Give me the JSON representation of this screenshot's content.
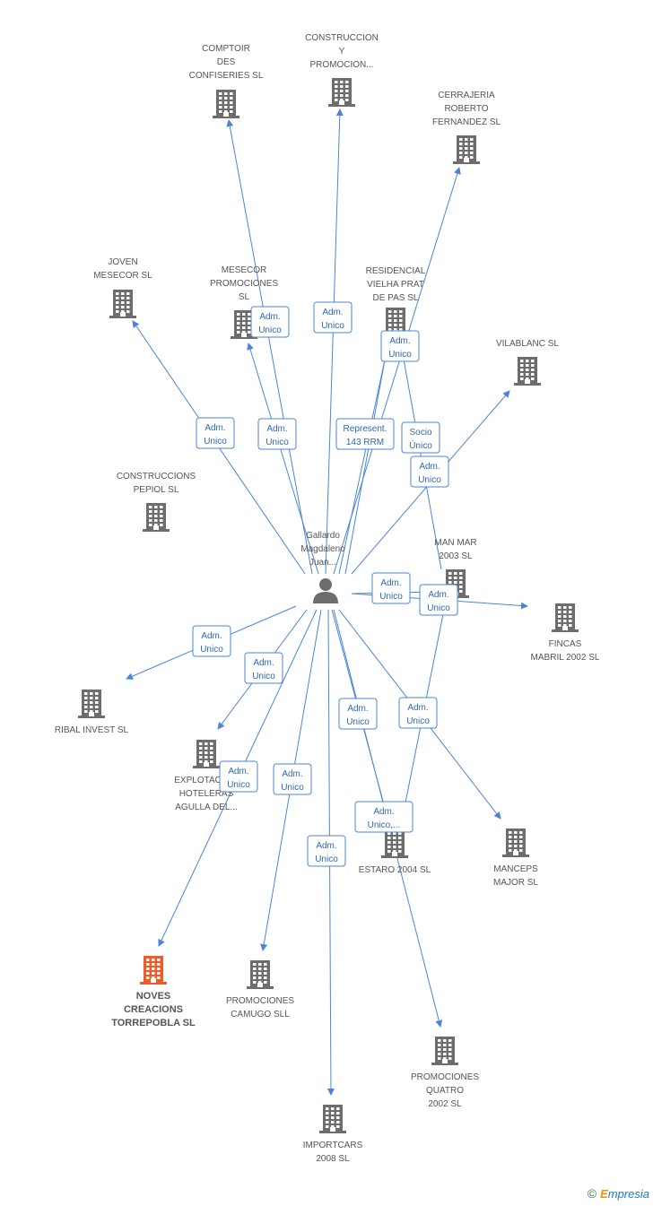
{
  "center": {
    "id": "person",
    "name_lines": [
      "Gallardo",
      "Magdaleno",
      "Juan..."
    ]
  },
  "nodes": [
    {
      "id": "comptoir",
      "lines": [
        "COMPTOIR",
        "DES",
        "CONFISERIES SL"
      ],
      "highlight": false
    },
    {
      "id": "construccion_y_promocion",
      "lines": [
        "CONSTRUCCION",
        "Y",
        "PROMOCION..."
      ],
      "highlight": false
    },
    {
      "id": "cerrajeria",
      "lines": [
        "CERRAJERIA",
        "ROBERTO",
        "FERNANDEZ SL"
      ],
      "highlight": false
    },
    {
      "id": "joven_mesecor",
      "lines": [
        "JOVEN",
        "MESECOR  SL"
      ],
      "highlight": false
    },
    {
      "id": "mesecor_promociones",
      "lines": [
        "MESECOR",
        "PROMOCIONES",
        "SL"
      ],
      "highlight": false
    },
    {
      "id": "residencial_vielha",
      "lines": [
        "RESIDENCIAL",
        "VIELHA PRAT",
        "DE PAS SL"
      ],
      "highlight": false
    },
    {
      "id": "vilablanc",
      "lines": [
        "VILABLANC SL"
      ],
      "highlight": false
    },
    {
      "id": "construccions_pepiol",
      "lines": [
        "CONSTRUCCIONS",
        "PEPIOL SL"
      ],
      "highlight": false
    },
    {
      "id": "man_mar",
      "lines": [
        "MAN MAR",
        "2003 SL"
      ],
      "highlight": false
    },
    {
      "id": "fincas_mabril",
      "lines": [
        "FINCAS",
        "MABRIL 2002 SL"
      ],
      "highlight": false
    },
    {
      "id": "ribal_invest",
      "lines": [
        "RIBAL INVEST SL"
      ],
      "highlight": false
    },
    {
      "id": "explotaciones_hoteleras",
      "lines": [
        "EXPLOTACIO...",
        "HOTELERAS",
        "AGULLA DEL..."
      ],
      "highlight": false
    },
    {
      "id": "estaro_2004",
      "lines": [
        "ESTARO 2004 SL"
      ],
      "highlight": false
    },
    {
      "id": "manceps_major",
      "lines": [
        "MANCEPS",
        "MAJOR SL"
      ],
      "highlight": false
    },
    {
      "id": "noves_creacions",
      "lines": [
        "NOVES",
        "CREACIONS",
        "TORREPOBLA SL"
      ],
      "highlight": true
    },
    {
      "id": "promociones_camugo",
      "lines": [
        "PROMOCIONES",
        "CAMUGO SLL"
      ],
      "highlight": false
    },
    {
      "id": "promociones_quatro",
      "lines": [
        "PROMOCIONES",
        "QUATRO",
        "2002 SL"
      ],
      "highlight": false
    },
    {
      "id": "importcars",
      "lines": [
        "IMPORTCARS",
        "2008 SL"
      ],
      "highlight": false
    }
  ],
  "edges": [
    {
      "target": "comptoir",
      "label_lines": [
        "Adm.",
        "Unico"
      ]
    },
    {
      "target": "construccion_y_promocion",
      "label_lines": [
        "Adm.",
        "Unico"
      ]
    },
    {
      "target": "cerrajeria",
      "label_lines": [
        "Represent.",
        "143 RRM"
      ]
    },
    {
      "target": "joven_mesecor",
      "label_lines": [
        "Adm.",
        "Unico"
      ]
    },
    {
      "target": "mesecor_promociones",
      "label_lines": [
        "Adm.",
        "Unico"
      ]
    },
    {
      "target": "residencial_vielha",
      "label_lines": [
        "Adm.",
        "Unico"
      ]
    },
    {
      "target": "residencial_vielha",
      "label_lines": [
        "Socio",
        "Único"
      ]
    },
    {
      "target": "vilablanc",
      "label_lines": [
        "Adm.",
        "Unico"
      ]
    },
    {
      "target": "construccions_pepiol",
      "label_lines": [
        "Adm.",
        "Unico"
      ]
    },
    {
      "target": "man_mar",
      "label_lines": [
        "Adm.",
        "Unico"
      ]
    },
    {
      "target": "fincas_mabril",
      "label_lines": [
        "Adm.",
        "Unico"
      ]
    },
    {
      "target": "ribal_invest",
      "label_lines": [
        "Adm.",
        "Unico"
      ]
    },
    {
      "target": "explotaciones_hoteleras",
      "label_lines": [
        "Adm.",
        "Unico"
      ]
    },
    {
      "target": "estaro_2004",
      "label_lines": [
        "Adm.",
        "Unico"
      ]
    },
    {
      "target": "manceps_major",
      "label_lines": [
        "Adm.",
        "Unico"
      ]
    },
    {
      "target": "noves_creacions",
      "label_lines": [
        "Adm.",
        "Unico"
      ]
    },
    {
      "target": "promociones_camugo",
      "label_lines": [
        "Adm.",
        "Unico,..."
      ]
    },
    {
      "target": "promociones_quatro",
      "label_lines": [
        "Adm.",
        "Unico"
      ]
    },
    {
      "target": "importcars",
      "label_lines": [
        "Adm.",
        "Unico"
      ]
    }
  ],
  "colors": {
    "edge": "#4a86d6",
    "building": "#6d6d6d",
    "building_highlight": "#f05a28",
    "person": "#6d6d6d"
  },
  "footer": {
    "copyright_symbol": "©",
    "brand_first": "E",
    "brand_rest": "mpresia"
  }
}
